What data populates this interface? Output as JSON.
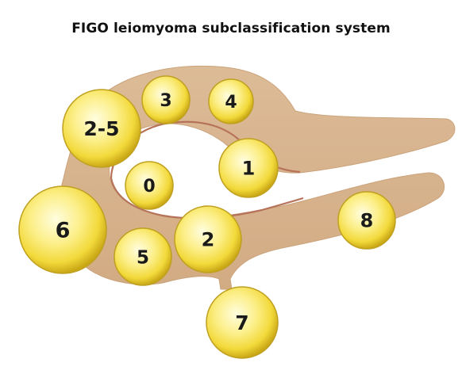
{
  "title": "FIGO leiomyoma subclassification system",
  "colors": {
    "uterus": "#d7b48f",
    "uterus_edge": "#c9a27a",
    "cavity_line": "#b7735a",
    "fibroid_light": "#fffde0",
    "fibroid_mid": "#f7e65a",
    "fibroid_dark": "#cfae18",
    "fibroid_edge": "#bfa020"
  },
  "fibroids": [
    {
      "label": "0"
    },
    {
      "label": "1"
    },
    {
      "label": "2"
    },
    {
      "label": "2-5"
    },
    {
      "label": "3"
    },
    {
      "label": "4"
    },
    {
      "label": "5"
    },
    {
      "label": "6"
    },
    {
      "label": "7"
    },
    {
      "label": "8"
    }
  ]
}
